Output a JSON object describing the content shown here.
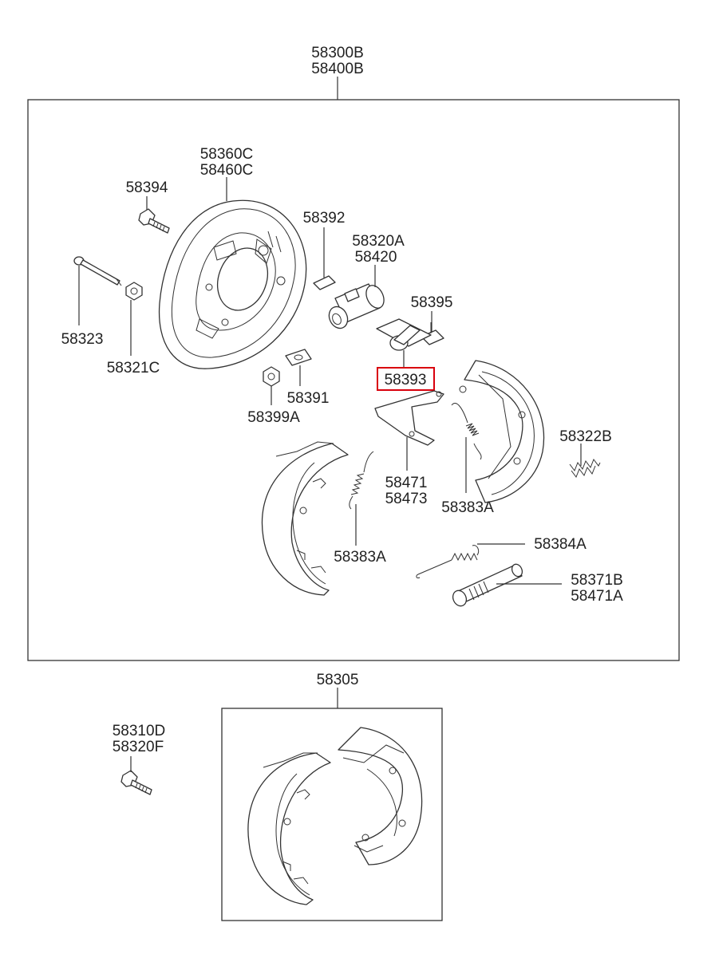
{
  "diagram": {
    "highlight_color": "#d9000d",
    "line_color": "#333333",
    "assembly_main": [
      "58300B",
      "58400B"
    ],
    "assembly_shoe_kit": "58305",
    "labels": {
      "backing_plate": [
        "58360C",
        "58460C"
      ],
      "bolt_58394": "58394",
      "pin_58323": "58323",
      "nut_58321c": "58321C",
      "plate_58392": "58392",
      "wheel_cylinder": [
        "58320A",
        "58420"
      ],
      "part_58395": "58395",
      "part_58393": "58393",
      "part_58391": "58391",
      "part_58399a": "58399A",
      "lever": [
        "58471",
        "58473"
      ],
      "spring_right": "58383A",
      "spring_left": "58383A",
      "spring_58322b": "58322B",
      "spring_58384a": "58384A",
      "adjuster": [
        "58371B",
        "58471A"
      ],
      "bolt_lower": [
        "58310D",
        "58320F"
      ]
    }
  }
}
